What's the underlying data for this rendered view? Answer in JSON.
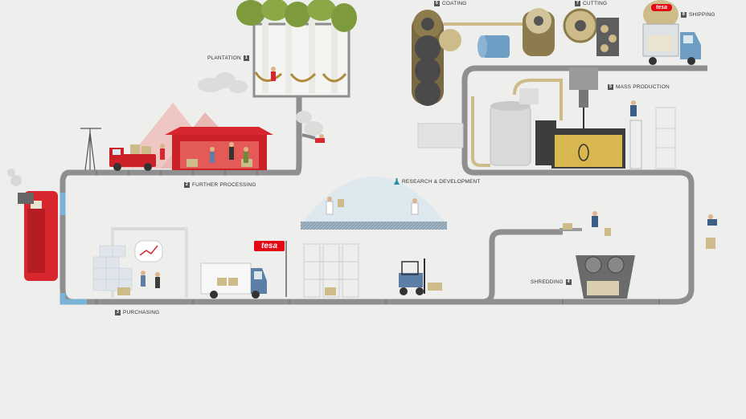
{
  "brand": {
    "name": "tesa",
    "accent": "#e30613"
  },
  "colors": {
    "background": "#eeeeec",
    "conveyor": "#8f8f8f",
    "factory_red": "#d7262d",
    "tree_green": "#7d9a3c",
    "tape_beige": "#cdbb8a"
  },
  "stages": [
    {
      "number": "1",
      "label": "PLANTATION"
    },
    {
      "number": "2",
      "label": "FURTHER PROCESSING"
    },
    {
      "number": "3",
      "label": "PURCHASING"
    },
    {
      "number": "4",
      "label": "SHREDDING"
    },
    {
      "number": "5",
      "label": "MASS PRODUCTION"
    },
    {
      "number": "6",
      "label": "COATING"
    },
    {
      "number": "7",
      "label": "CUTTING"
    },
    {
      "number": "8",
      "label": "SHIPPING"
    }
  ],
  "research": {
    "label": "RESEARCH & DEVELOPMENT",
    "icon": "flask-icon"
  }
}
